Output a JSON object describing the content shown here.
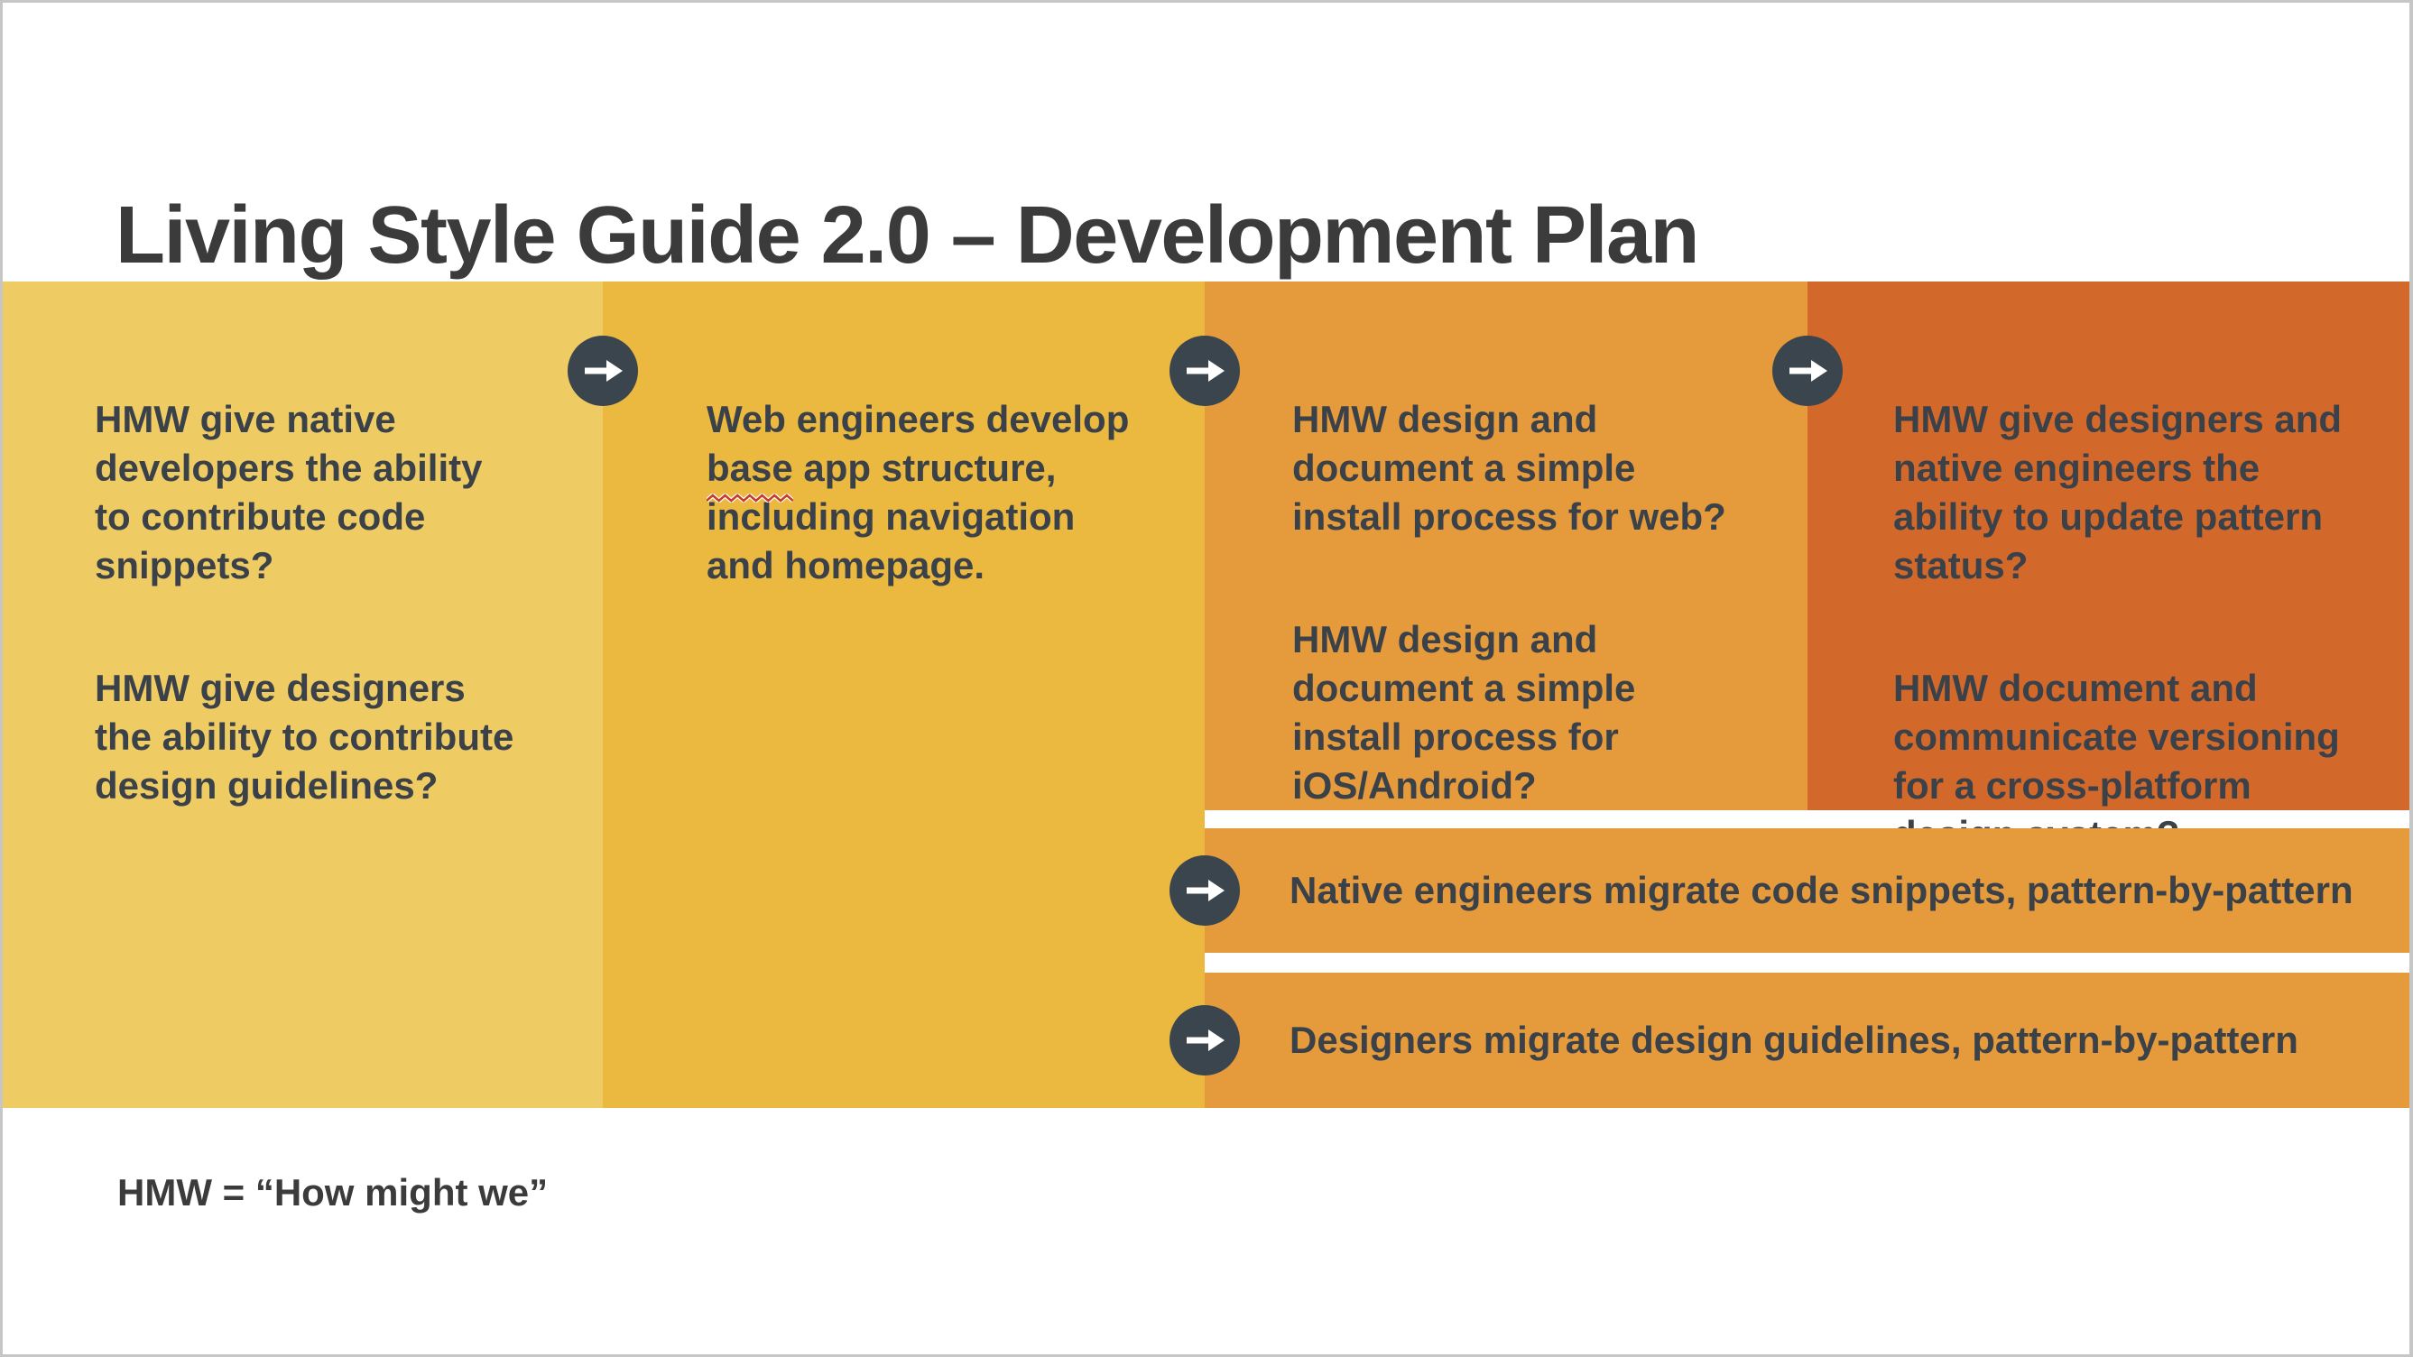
{
  "title": "Living Style Guide 2.0 – Development Plan",
  "columns": [
    {
      "name": "stage-1",
      "color": "#efcb63",
      "paragraphs": [
        "HMW give native\ndevelopers the ability\nto contribute code\nsnippets?",
        "HMW give designers\nthe ability to contribute\ndesign guidelines?"
      ]
    },
    {
      "name": "stage-2",
      "color": "#ebb840",
      "pre": "Web engineers develop\n",
      "misspelled_word": "base",
      "post": " app structure,\nincluding navigation\nand homepage."
    },
    {
      "name": "stage-3",
      "color": "#e59a3c",
      "paragraphs": [
        "HMW design and\ndocument a simple\ninstall process for web?",
        "HMW design and\ndocument a simple\ninstall process for\niOS/Android?"
      ]
    },
    {
      "name": "stage-4",
      "color": "#d2692b",
      "paragraphs": [
        "HMW give designers and\nnative engineers the\nability to update pattern\nstatus?",
        "HMW document and\ncommunicate versioning\nfor a cross-platform\ndesign system?"
      ]
    }
  ],
  "task_rows": [
    {
      "label": "Native engineers migrate code snippets, pattern-by-pattern",
      "color": "#e59a3c"
    },
    {
      "label": "Designers migrate design guidelines, pattern-by-pattern",
      "color": "#e59a3c"
    }
  ],
  "footer_note": "HMW = “How might we”",
  "colors": {
    "arrow_badge": "#3b454e",
    "arrow_glyph": "#ffffff",
    "body_text": "#3a4149",
    "title_text": "#3b3b3b",
    "squiggle_red": "#c63d2e",
    "canvas_edge": "#c6c6c6",
    "background": "#ffffff"
  },
  "icons": {
    "arrow": "arrow-right-icon"
  }
}
